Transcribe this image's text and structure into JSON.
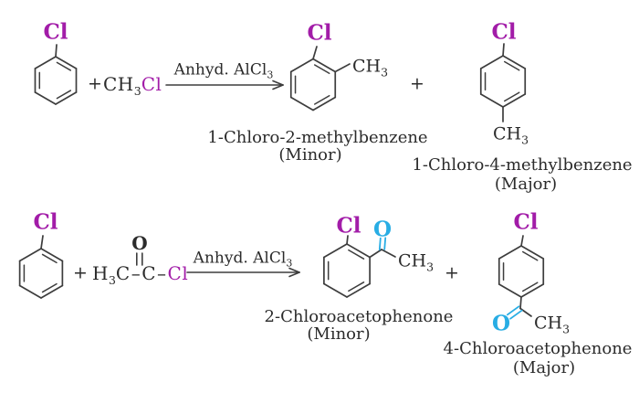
{
  "colors": {
    "chlorine": "#a21ca8",
    "oxygen": "#28ade4",
    "bond": "#3d3d3d",
    "text": "#2b2b2b",
    "background": "#ffffff"
  },
  "reaction1": {
    "benzene_cl": "Cl",
    "plus_reactants": "+",
    "methyl_chloride": {
      "ch": "CH",
      "sub": "3",
      "cl": "Cl"
    },
    "arrow": {
      "label": "Anhyd. AlCl",
      "label_sub": "3"
    },
    "plus_products": "+",
    "ortho_product": {
      "cl": "Cl",
      "ch": "CH",
      "ch_sub": "3",
      "name": "1-Chloro-2-methylbenzene",
      "amount": "(Minor)"
    },
    "para_product": {
      "cl": "Cl",
      "ch": "CH",
      "ch_sub": "3",
      "name": "1-Chloro-4-methylbenzene",
      "amount": "(Major)"
    }
  },
  "reaction2": {
    "benzene_cl": "Cl",
    "plus_reactants": "+",
    "acetyl_chloride": {
      "h": "H",
      "h_sub": "3",
      "c1": "C",
      "bond1": "–",
      "o": "O",
      "c2": "C",
      "bond2": "–",
      "cl": "Cl"
    },
    "arrow": {
      "label": "Anhyd. AlCl",
      "label_sub": "3"
    },
    "plus_products": "+",
    "ortho_product": {
      "cl": "Cl",
      "o": "O",
      "ch": "CH",
      "ch_sub": "3",
      "name": "2-Chloroacetophenone",
      "amount": "(Minor)"
    },
    "para_product": {
      "cl": "Cl",
      "o": "O",
      "ch": "CH",
      "ch_sub": "3",
      "name": "4-Chloroacetophenone",
      "amount": "(Major)"
    }
  }
}
